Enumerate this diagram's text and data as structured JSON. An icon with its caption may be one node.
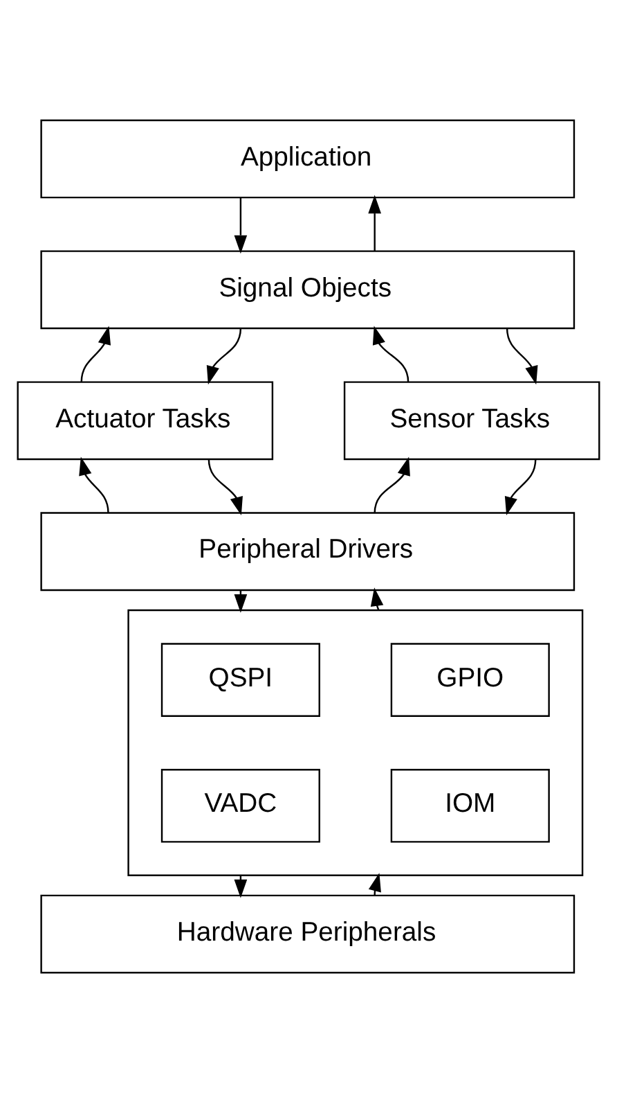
{
  "diagram": {
    "nodes": [
      {
        "text": [
          "Application"
        ]
      },
      {
        "text": [
          "Signal Objects"
        ]
      },
      {
        "text": [
          "Actuator Tasks"
        ]
      },
      {
        "text": [
          "Sensor Tasks"
        ]
      },
      {
        "text": [
          "Peripheral Drivers"
        ]
      },
      {
        "text": [],
        "shape": "box"
      },
      {
        "text": [
          "QSPI"
        ],
        "in": 5
      },
      {
        "text": [
          "GPIO"
        ],
        "in": 5
      },
      {
        "text": [
          "VADC"
        ],
        "in": 5
      },
      {
        "text": [
          "IOM"
        ],
        "in": 5
      },
      {
        "text": [
          "Hardware Peripherals"
        ]
      }
    ],
    "edges": [
      {
        "from": 0,
        "to": 1,
        "arrow": "to"
      },
      {
        "from": 1,
        "to": 0,
        "arrow": "to"
      },
      {
        "from": 2,
        "to": 1,
        "arrow": "to"
      },
      {
        "from": 1,
        "to": 2,
        "arrow": "to"
      },
      {
        "from": 3,
        "to": 1,
        "arrow": "to"
      },
      {
        "from": 1,
        "to": 3,
        "arrow": "to"
      },
      {
        "from": 4,
        "to": 2,
        "arrow": "to"
      },
      {
        "from": 2,
        "to": 4,
        "arrow": "to"
      },
      {
        "from": 4,
        "to": 3,
        "arrow": "to"
      },
      {
        "from": 3,
        "to": 4,
        "arrow": "to"
      },
      {
        "from": 4,
        "to": 5,
        "arrow": "to"
      },
      {
        "from": 5,
        "to": 4,
        "arrow": "to"
      },
      {
        "from": 5,
        "to": 10,
        "arrow": "to"
      },
      {
        "from": 10,
        "to": 5,
        "arrow": "to"
      }
    ]
  }
}
